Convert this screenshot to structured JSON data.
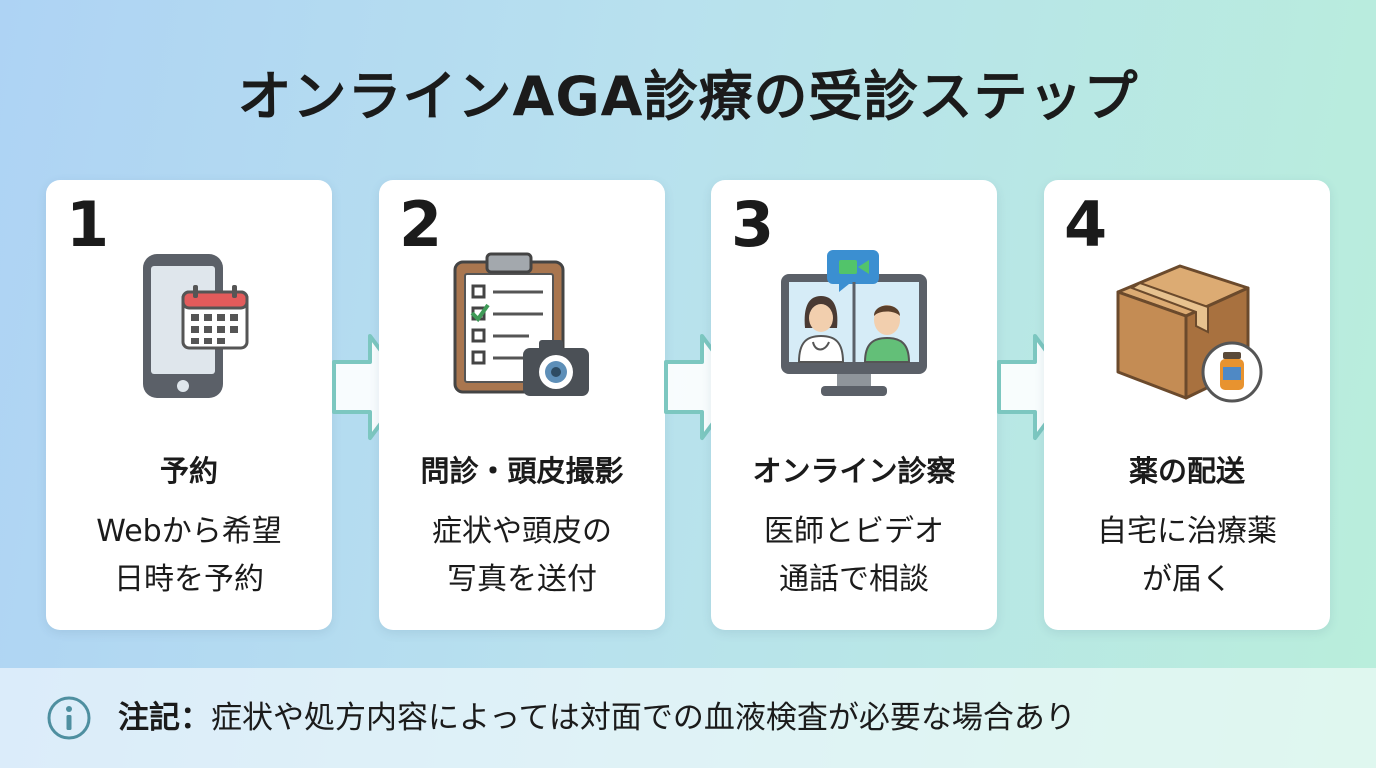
{
  "title": "オンラインAGA診療の受診ステップ",
  "steps": [
    {
      "number": "1",
      "label": "予約",
      "desc_line1": "Webから希望",
      "desc_line2": "日時を予約",
      "icon": "smartphone-calendar-icon"
    },
    {
      "number": "2",
      "label": "問診・頭皮撮影",
      "desc_line1": "症状や頭皮の",
      "desc_line2": "写真を送付",
      "icon": "clipboard-camera-icon"
    },
    {
      "number": "3",
      "label": "オンライン診察",
      "desc_line1": "医師とビデオ",
      "desc_line2": "通話で相談",
      "icon": "video-call-monitor-icon"
    },
    {
      "number": "4",
      "label": "薬の配送",
      "desc_line1": "自宅に治療薬",
      "desc_line2": "が届く",
      "icon": "package-medicine-icon"
    }
  ],
  "note": {
    "label": "注記：",
    "text": "症状や処方内容によっては対面での血液検査が必要な場合あり",
    "icon": "info-icon"
  },
  "colors": {
    "arrow": "#7cc7c0",
    "accent_teal": "#5fa9a6",
    "info_icon": "#4e8fa0"
  }
}
